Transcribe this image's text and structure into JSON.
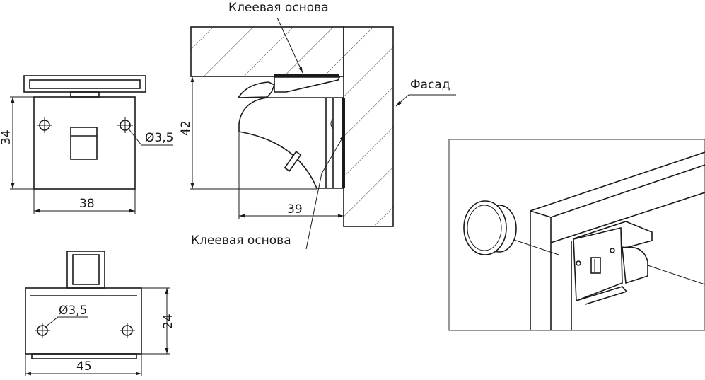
{
  "labels": {
    "adhesive_base_top": "Клеевая основа",
    "facade": "Фасад",
    "adhesive_base_bottom": "Клеевая основа"
  },
  "dimensions": {
    "front_height": "34",
    "front_width": "38",
    "front_hole_diameter": "Ø3,5",
    "side_height": "42",
    "side_depth": "39",
    "bottom_height": "24",
    "bottom_width": "45",
    "bottom_hole_diameter": "Ø3,5"
  },
  "colors": {
    "line": "#1a1a1a",
    "background": "#ffffff"
  }
}
